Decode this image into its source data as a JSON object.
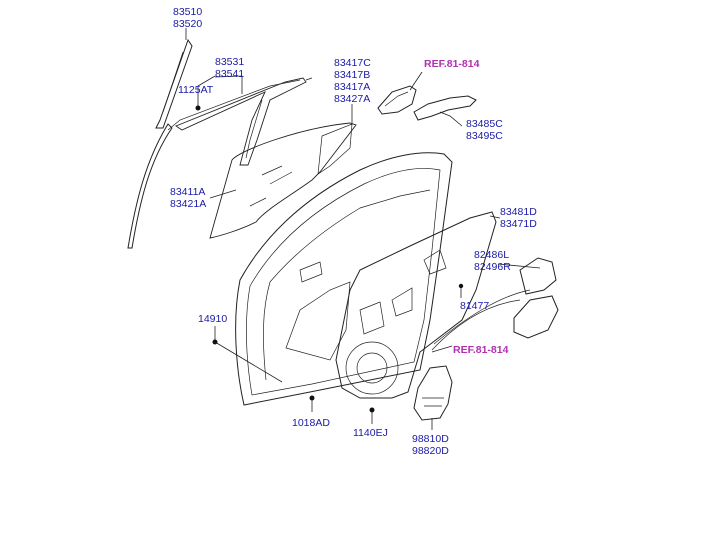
{
  "diagram": {
    "labels": {
      "l83510": [
        "83510",
        "83520"
      ],
      "l83531": [
        "83531",
        "83541"
      ],
      "l1125AT": [
        "1125AT"
      ],
      "l83417": [
        "83417C",
        "83417B",
        "83417A",
        "83427A"
      ],
      "ref1": [
        "REF.81-814"
      ],
      "l83485": [
        "83485C",
        "83495C"
      ],
      "l83411": [
        "83411A",
        "83421A"
      ],
      "l83481": [
        "83481D",
        "83471D"
      ],
      "l82486": [
        "82486L",
        "82496R"
      ],
      "l81477": [
        "81477"
      ],
      "l14910": [
        "14910"
      ],
      "ref2": [
        "REF.81-814"
      ],
      "l1018AD": [
        "1018AD"
      ],
      "l1140EJ": [
        "1140EJ"
      ],
      "l98810": [
        "98810D",
        "98820D"
      ]
    },
    "colors": {
      "part_number": "#1a1aa8",
      "reference": "#b030b0",
      "line": "#222222"
    }
  }
}
